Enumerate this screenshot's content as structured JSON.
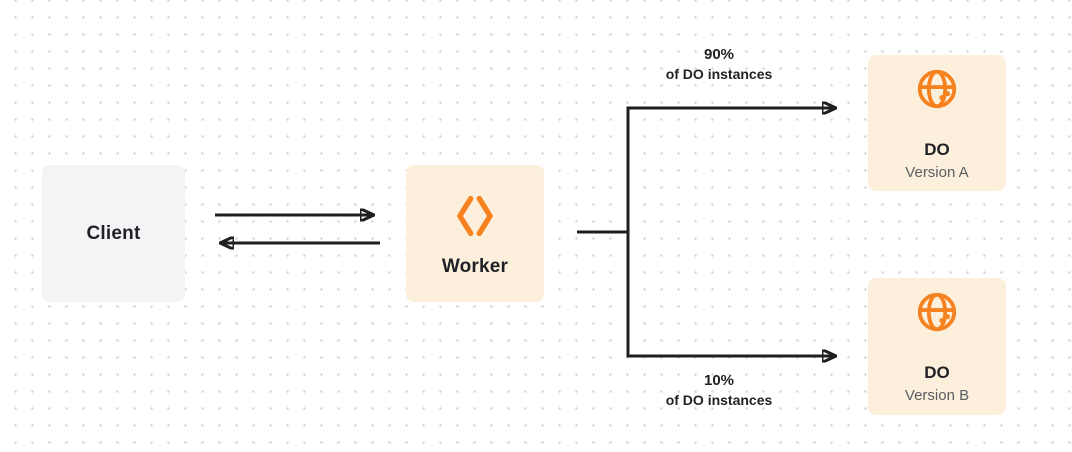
{
  "nodes": {
    "client": {
      "label": "Client"
    },
    "worker": {
      "label": "Worker",
      "icon": "workers-chevron-icon"
    },
    "do_version_a": {
      "title": "DO",
      "subtitle": "Version A",
      "icon": "globe-icon"
    },
    "do_version_b": {
      "title": "DO",
      "subtitle": "Version B",
      "icon": "globe-icon"
    }
  },
  "edge_labels": {
    "top": {
      "percent": "90%",
      "caption": "of DO instances"
    },
    "bottom": {
      "percent": "10%",
      "caption": "of DO instances"
    }
  },
  "colors": {
    "accent_orange": "#f6821f",
    "cream_box": "#fcf0dd",
    "gray_box": "#f4f4f6",
    "arrow": "#1d1f21",
    "text_primary": "#1f2124",
    "text_secondary": "#5a5d63",
    "grid_dot": "#dcdde1"
  }
}
